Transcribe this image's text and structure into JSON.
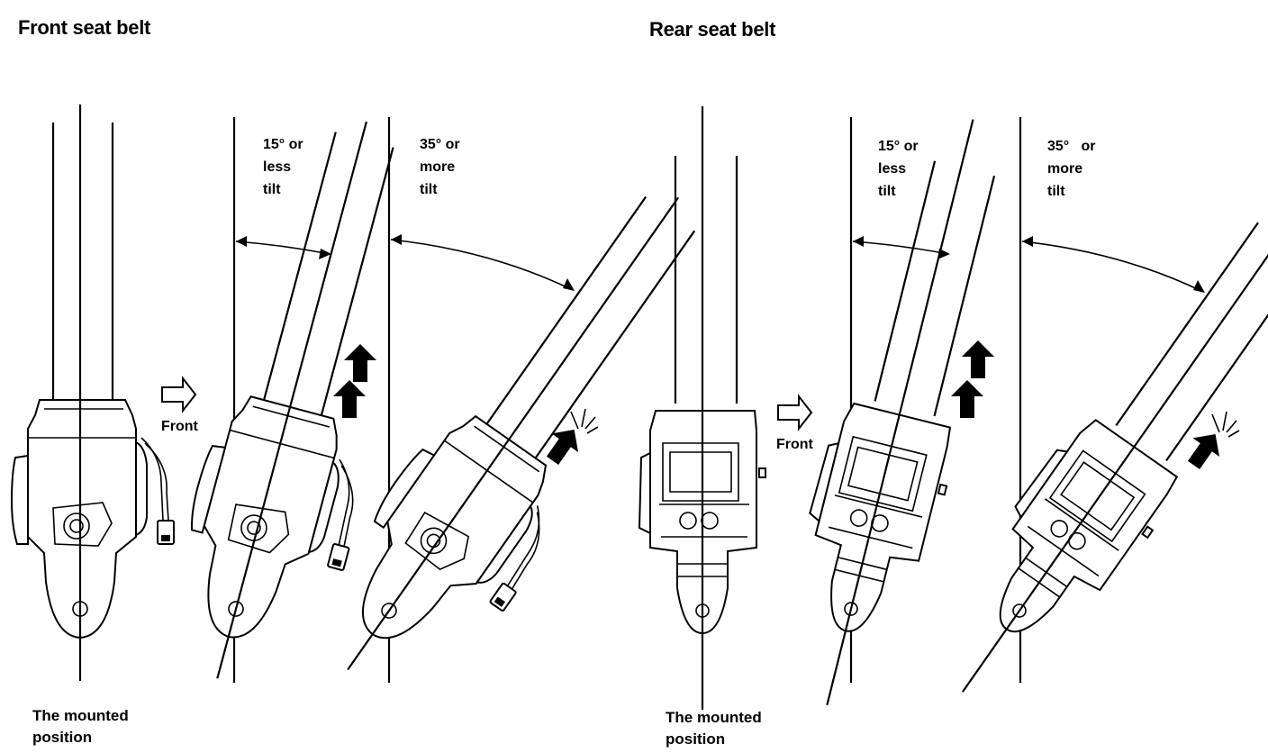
{
  "front": {
    "title": "Front seat belt",
    "direction_label": "Front",
    "mounted_caption": "The mounted\nposition",
    "tilt_small": "15° or\nless\ntilt",
    "tilt_large": "35° or\nmore\ntilt"
  },
  "rear": {
    "title": "Rear seat belt",
    "direction_label": "Front",
    "mounted_caption": "The mounted\nposition",
    "tilt_small": "15° or\nless\ntilt",
    "tilt_large": "35°   or\nmore\ntilt"
  }
}
